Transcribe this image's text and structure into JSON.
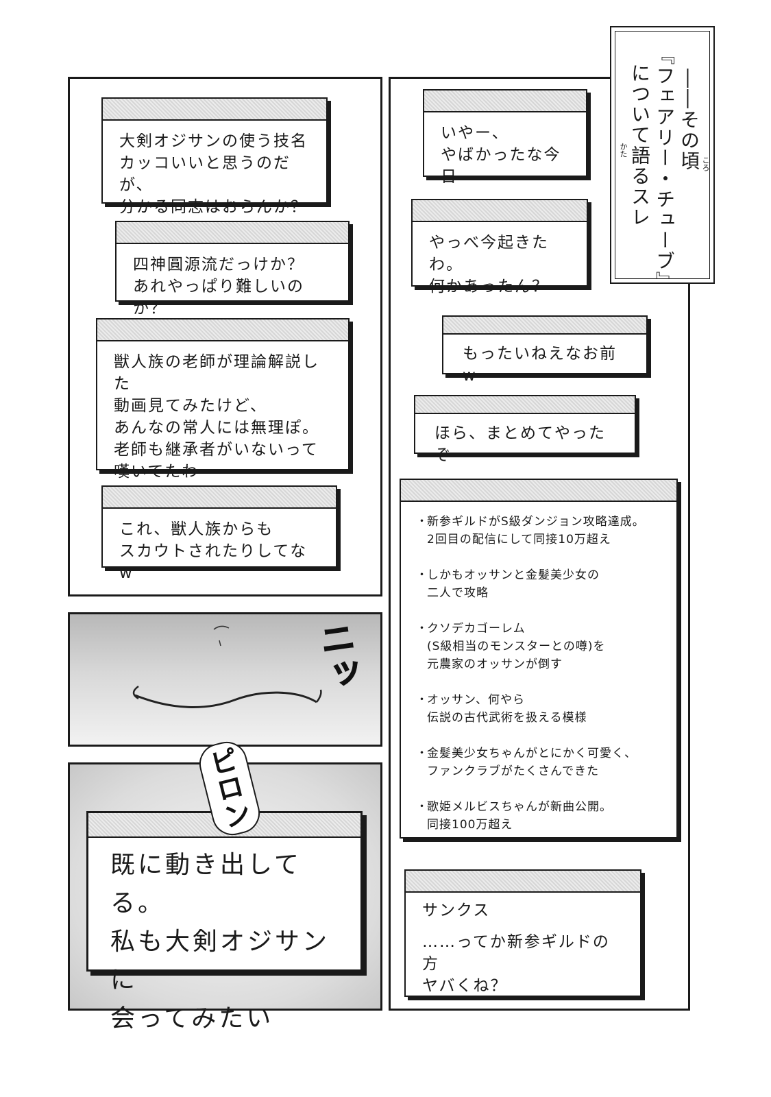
{
  "caption": {
    "line1": "――その頃",
    "line2": "『フェアリー・チューブ』",
    "line3": "について語るスレ",
    "ruby_koro": "ころ",
    "ruby_kata": "かた"
  },
  "left_posts": [
    "大剣オジサンの使う技名\nカッコいいと思うのだが、\n分かる同志はおらんか？",
    "四神圓源流だっけか？\nあれやっぱり難しいのか？",
    "獣人族の老師が理論解説した\n動画見てみたけど、\nあんなの常人には無理ぽ。\n老師も継承者がいないって\n嘆いてたわ",
    "これ、獣人族からも\nスカウトされたりしてなw"
  ],
  "right_posts": [
    "いやー、\nやばかったな今日",
    "やっべ今起きたわ。\n何かあったん？",
    "もったいねえなお前w",
    "ほら、まとめてやったぞ"
  ],
  "summary": [
    {
      "first": "新参ギルドがS級ダンジョン攻略達成。",
      "rest": "2回目の配信にして同接10万超え"
    },
    {
      "first": "しかもオッサンと金髪美少女の",
      "rest": "二人で攻略"
    },
    {
      "first": "クソデカゴーレム",
      "rest": "(S級相当のモンスターとの噂)を\n元農家のオッサンが倒す"
    },
    {
      "first": "オッサン、何やら",
      "rest": "伝説の古代武術を扱える模様"
    },
    {
      "first": "金髪美少女ちゃんがとにかく可愛く、",
      "rest": "ファンクラブがたくさんできた"
    },
    {
      "first": "歌姫メルビスちゃんが新曲公開。",
      "rest": "同接100万超え"
    }
  ],
  "bullet": "・",
  "last_post": {
    "line1": "サンクス",
    "line2": "……ってか新参ギルドの方\nヤバくね？"
  },
  "big_post": "既に動き出してる。\n私も大剣オジサンに\n会ってみたい",
  "sfx_grin": "ニッ",
  "sfx_piron": "ピロン"
}
